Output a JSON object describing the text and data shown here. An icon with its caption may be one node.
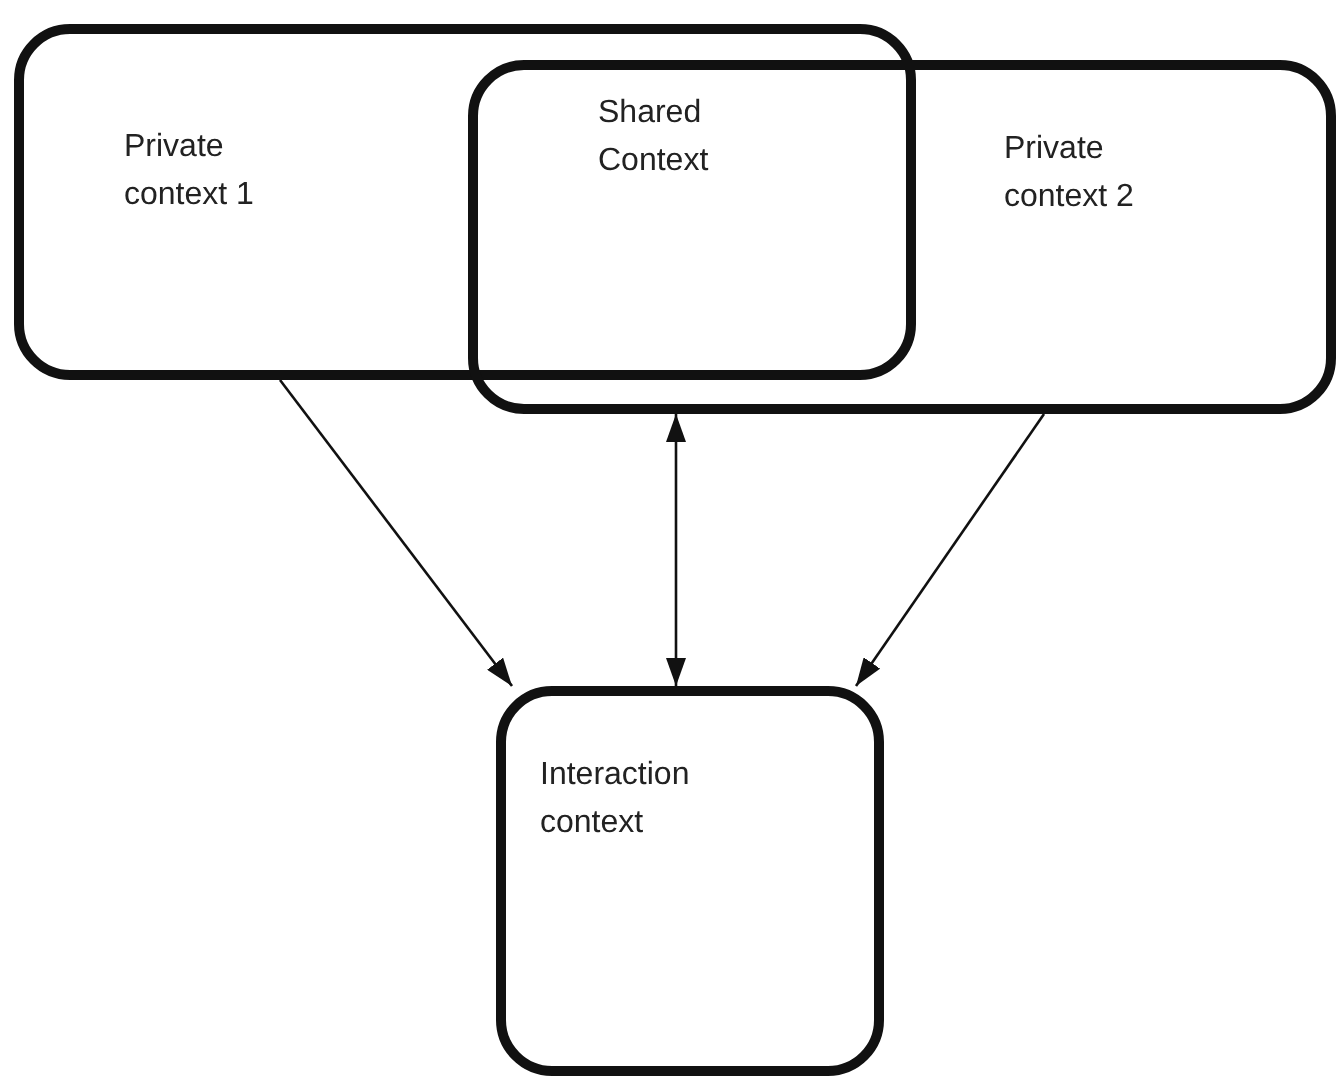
{
  "diagram": {
    "nodes": [
      {
        "text": [
          "Private context 1"
        ]
      },
      {
        "text": [
          "Private context 2"
        ]
      },
      {
        "text": [
          "Interaction context"
        ]
      }
    ],
    "edges": [
      {
        "from": 0,
        "to": 2,
        "arrow": "to"
      },
      {
        "from": 1,
        "to": 2,
        "arrow": "both"
      },
      {
        "from": 1,
        "to": 2,
        "arrow": "to"
      }
    ],
    "labels": [
      "Shared Context"
    ]
  }
}
